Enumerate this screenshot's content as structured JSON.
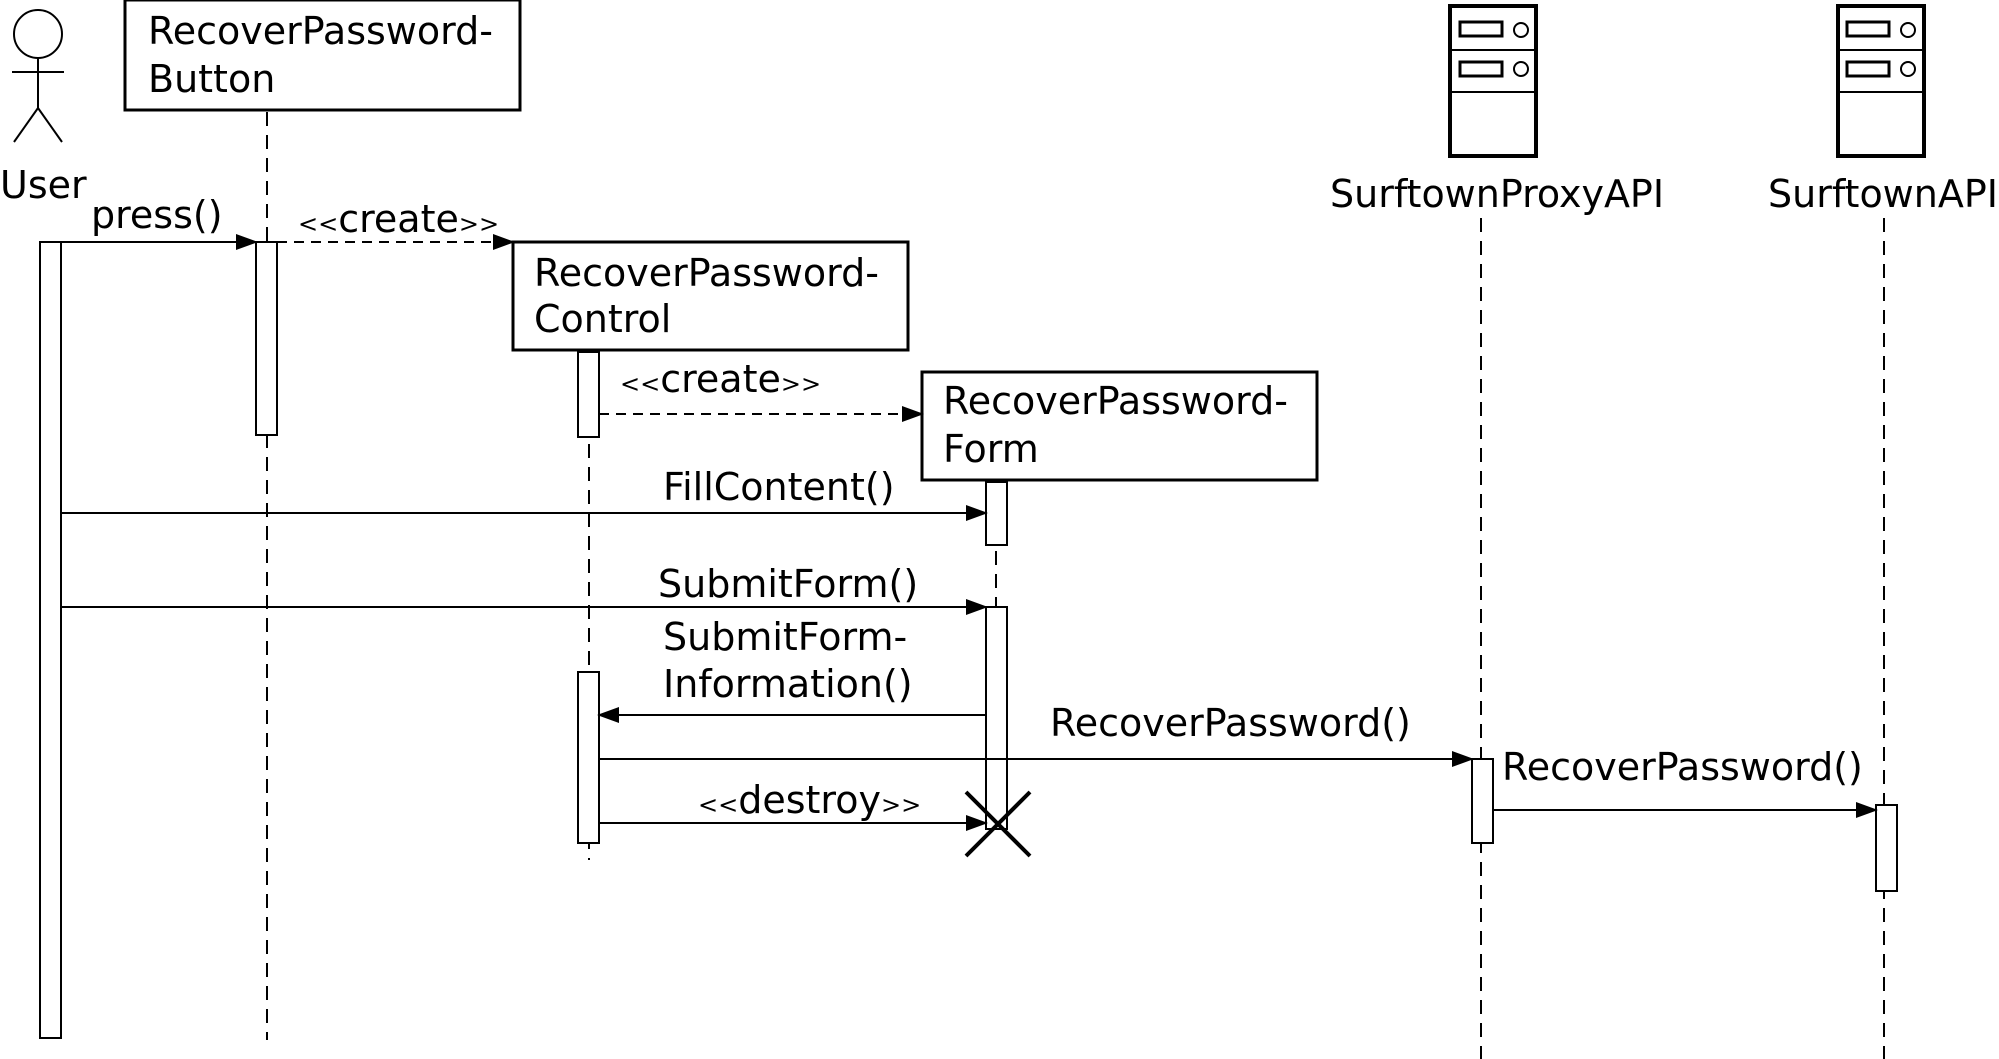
{
  "participants": {
    "user": "User",
    "button_l1": "RecoverPassword-",
    "button_l2": "Button",
    "control_l1": "RecoverPassword-",
    "control_l2": "Control",
    "form_l1": "RecoverPassword-",
    "form_l2": "Form",
    "proxy": "SurftownProxyAPI",
    "api": "SurftownAPI"
  },
  "messages": {
    "press": "press()",
    "create1_open": "<<",
    "create1_word": "create",
    "create1_close": ">>",
    "create2_open": "<<",
    "create2_word": "create",
    "create2_close": ">>",
    "fill": "FillContent()",
    "submit": "SubmitForm()",
    "submit_info_l1": "SubmitForm-",
    "submit_info_l2": "Information()",
    "recover1": "RecoverPassword()",
    "recover2": "RecoverPassword()",
    "destroy_open": "<<",
    "destroy_word": "destroy",
    "destroy_close": ">>"
  },
  "icons": {
    "actor": "stick-figure-actor-icon",
    "server": "server-icon",
    "destroy": "destroy-x-icon"
  }
}
